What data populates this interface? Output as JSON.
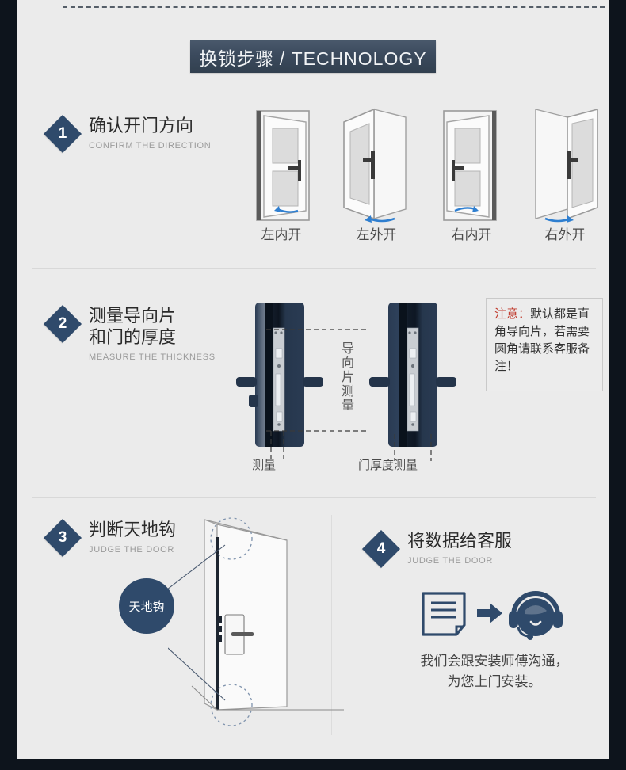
{
  "banner": {
    "title_cn": "换锁步骤",
    "separator": "/",
    "title_en": "TECHNOLOGY"
  },
  "steps": [
    {
      "number": "1",
      "title_cn": "确认开门方向",
      "title_en": "CONFIRM THE DIRECTION",
      "door_labels": [
        "左内开",
        "左外开",
        "右内开",
        "右外开"
      ]
    },
    {
      "number": "2",
      "title_cn": "测量导向片\n和门的厚度",
      "title_en": "MEASURE THE THICKNESS",
      "caption_left": "测量",
      "caption_right": "门厚度测量",
      "vertical_label": "导向片测量",
      "note": {
        "warning_label": "注意：",
        "body": "默认都是直角导向片，若需要圆角请联系客服备注！"
      }
    },
    {
      "number": "3",
      "title_cn": "判断天地钩",
      "title_en": "JUDGE THE DOOR",
      "bubble_label": "天地钩"
    },
    {
      "number": "4",
      "title_cn": "将数据给客服",
      "title_en": "JUDGE THE DOOR",
      "description": "我们会跟安装师傅沟通，\n为您上门安装。"
    }
  ],
  "colors": {
    "accent_navy": "#2f4a6b",
    "banner_bg": "#3b4a5d",
    "panel_bg": "#ebebeb",
    "frame_dark": "#0d141c",
    "warning_red": "#c0392b",
    "arrow_blue": "#2f7fd0"
  }
}
